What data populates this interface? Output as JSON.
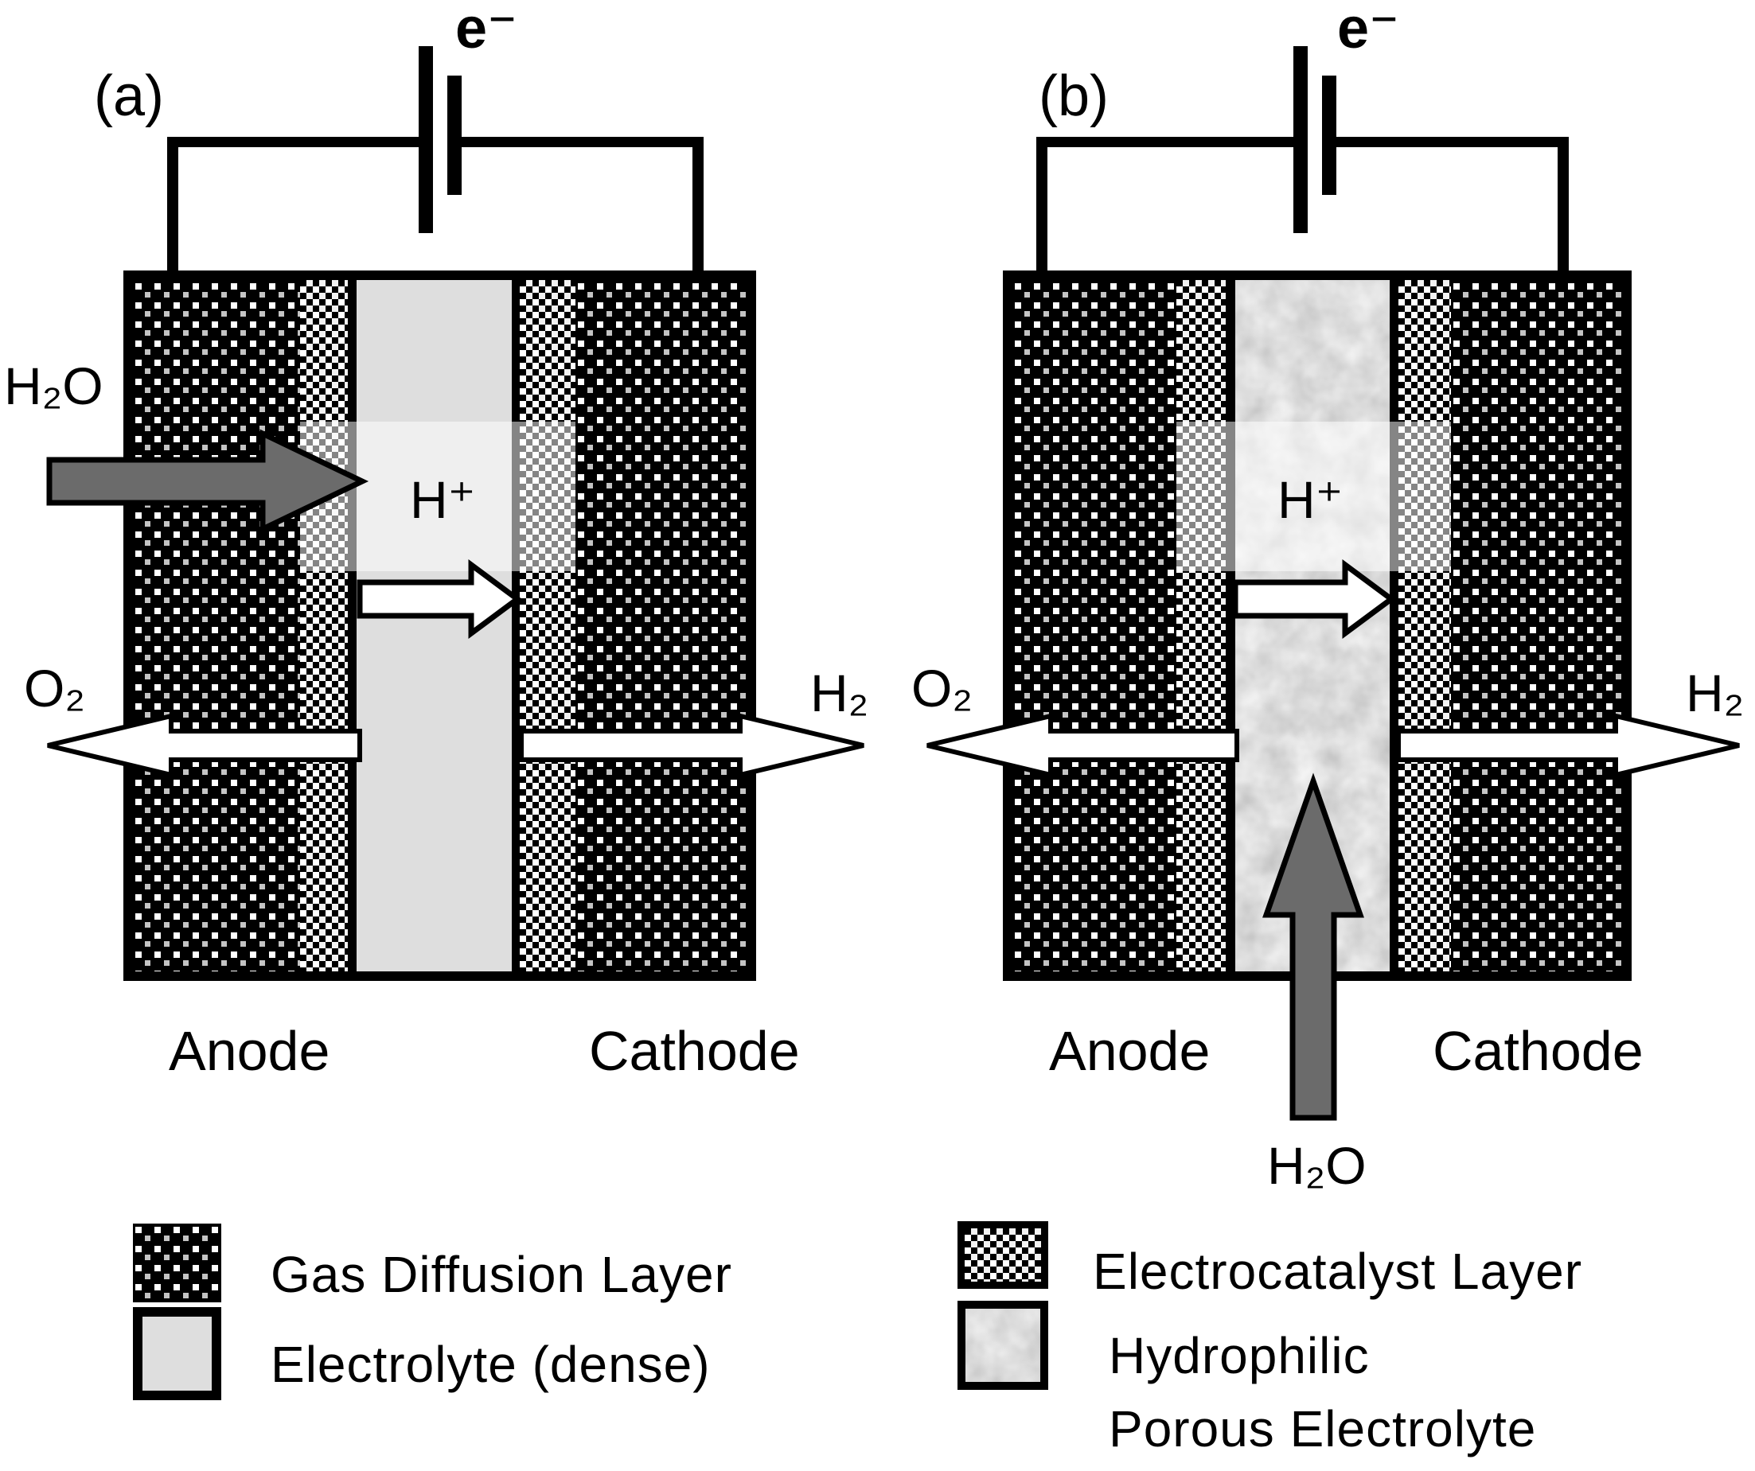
{
  "figure": {
    "colors": {
      "ink": "#000000",
      "paper": "#ffffff",
      "water_arrow_gray": "#6b6b6b",
      "dense_electrolyte_gray": "#dedede",
      "porous_electrolyte_gray": "#b8b8b8",
      "gas_arrow_fill": "#ffffff"
    },
    "panels": [
      {
        "label": "(a)",
        "electron": "e⁻",
        "water": "H₂O",
        "proton": "H⁺",
        "oxygen": "O₂",
        "hydrogen": "H₂",
        "anode": "Anode",
        "cathode": "Cathode",
        "electrolyte_type": "dense"
      },
      {
        "label": "(b)",
        "electron": "e⁻",
        "water": "H₂O",
        "proton": "H⁺",
        "oxygen": "O₂",
        "hydrogen": "H₂",
        "anode": "Anode",
        "cathode": "Cathode",
        "electrolyte_type": "hydrophilic-porous"
      }
    ],
    "legend": [
      {
        "swatch": "gas-diffusion-layer",
        "label": "Gas Diffusion Layer"
      },
      {
        "swatch": "electrolyte-dense",
        "label": "Electrolyte (dense)"
      },
      {
        "swatch": "electrocatalyst-layer",
        "label": "Electrocatalyst Layer"
      },
      {
        "swatch": "hydrophilic-porous-electrolyte",
        "label": "Hydrophilic",
        "label2": "Porous Electrolyte"
      }
    ]
  }
}
